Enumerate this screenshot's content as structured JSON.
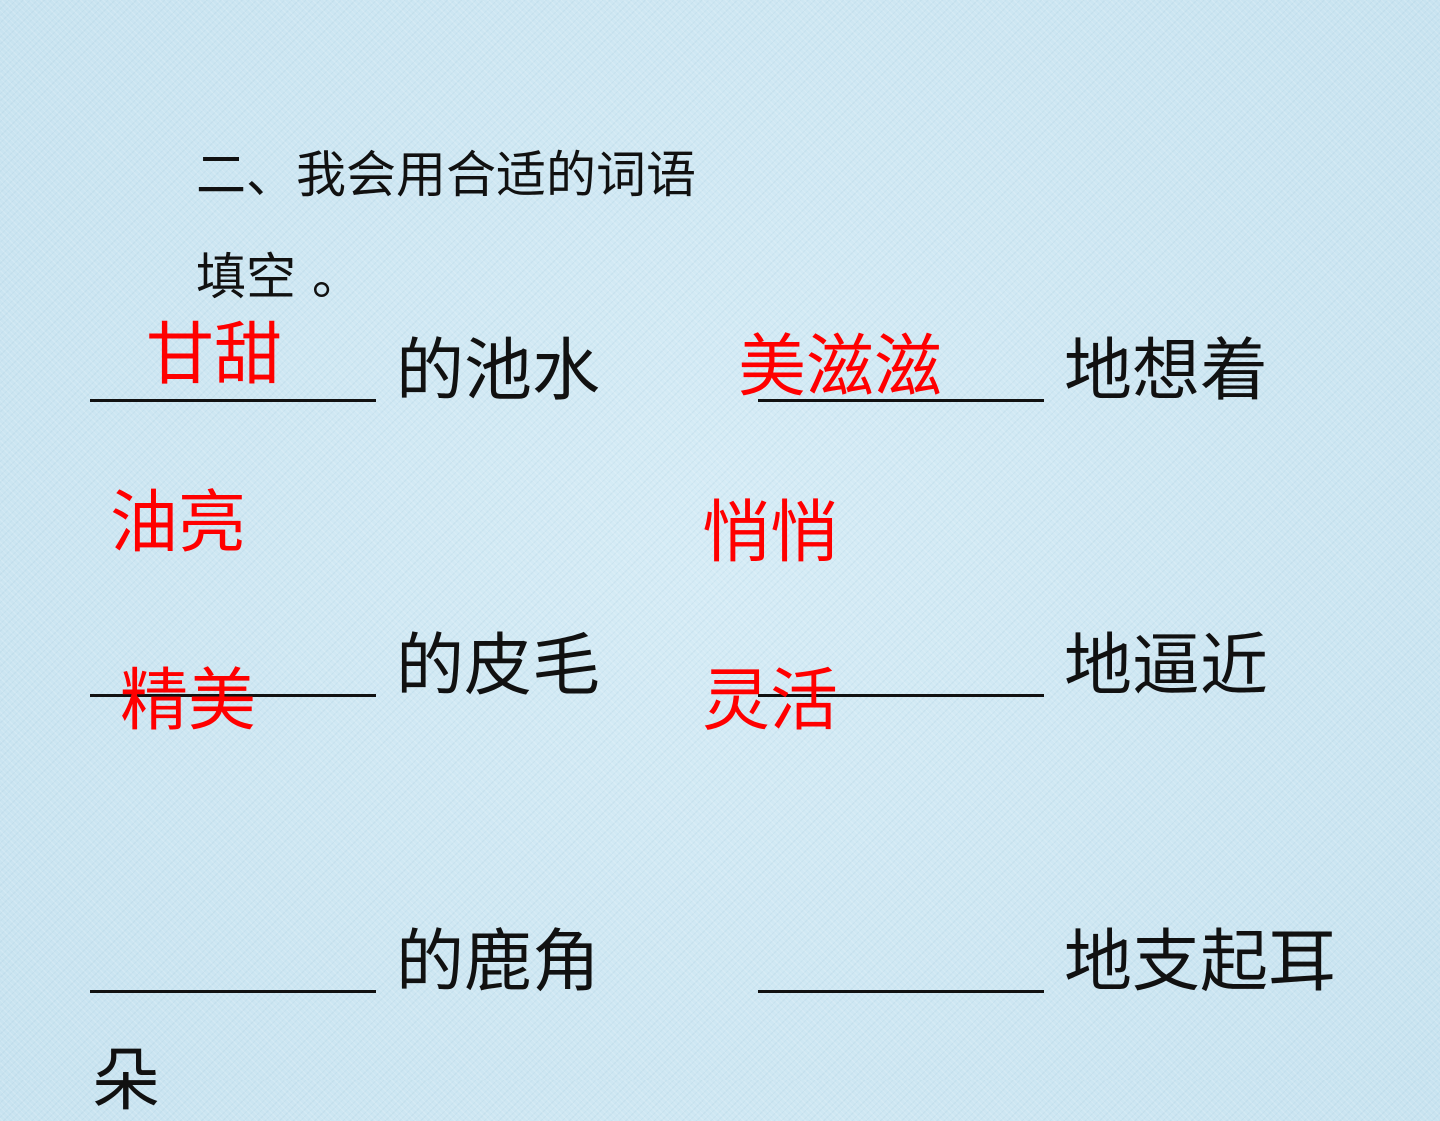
{
  "instruction": {
    "line1": "二、我会用合适的词语",
    "line2": "填空 。"
  },
  "items": [
    {
      "suffix": "的池水"
    },
    {
      "suffix": "地想着"
    },
    {
      "suffix": "的皮毛"
    },
    {
      "suffix": "地逼近"
    },
    {
      "suffix": "的鹿角"
    },
    {
      "suffix": "地支起耳"
    }
  ],
  "answers": [
    "甘甜",
    "美滋滋",
    "油亮",
    "悄悄",
    "精美",
    "灵活"
  ],
  "continuation": "朵",
  "colors": {
    "answer": "#ff0000",
    "text": "#111111",
    "background": "#cfe7f2"
  }
}
